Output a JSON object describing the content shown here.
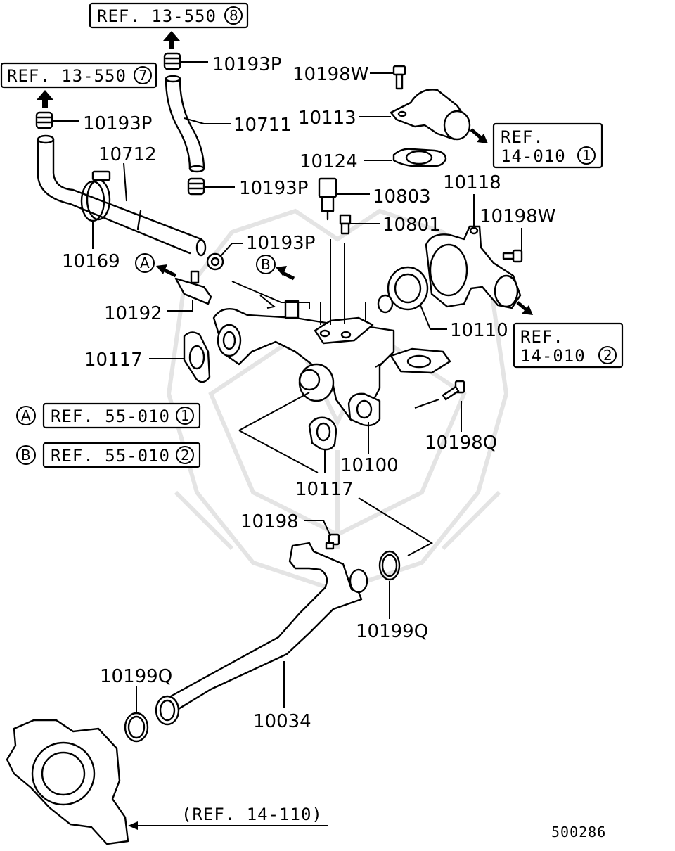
{
  "refs": {
    "ref_13_550_8": {
      "text": "REF. 13-550",
      "num": "8"
    },
    "ref_13_550_7": {
      "text": "REF. 13-550",
      "num": "7"
    },
    "ref_14_010_1": {
      "line1": "REF.",
      "line2": "14-010",
      "num": "1"
    },
    "ref_14_010_2": {
      "line1": "REF.",
      "line2": "14-010",
      "num": "2"
    },
    "ref_55_010_1": {
      "marker": "A",
      "text": "REF. 55-010",
      "num": "1"
    },
    "ref_55_010_2": {
      "marker": "B",
      "text": "REF. 55-010",
      "num": "2"
    },
    "ref_14_110": "(REF. 14-110)"
  },
  "markers": {
    "a": "A",
    "b": "B"
  },
  "parts": {
    "p10193P_top": "10193P",
    "p10193P_left": "10193P",
    "p10193P_mid": "10193P",
    "p10193P_lower": "10193P",
    "p10711": "10711",
    "p10712": "10712",
    "p10169": "10169",
    "p10192": "10192",
    "p10117_a": "10117",
    "p10117_b": "10117",
    "p10198W_top": "10198W",
    "p10198W_right": "10198W",
    "p10113": "10113",
    "p10124": "10124",
    "p10803": "10803",
    "p10801": "10801",
    "p10118": "10118",
    "p10110": "10110",
    "p10198Q": "10198Q",
    "p10100": "10100",
    "p10198": "10198",
    "p10199Q_right": "10199Q",
    "p10199Q_left": "10199Q",
    "p10034": "10034"
  },
  "diagram_id": "500286"
}
